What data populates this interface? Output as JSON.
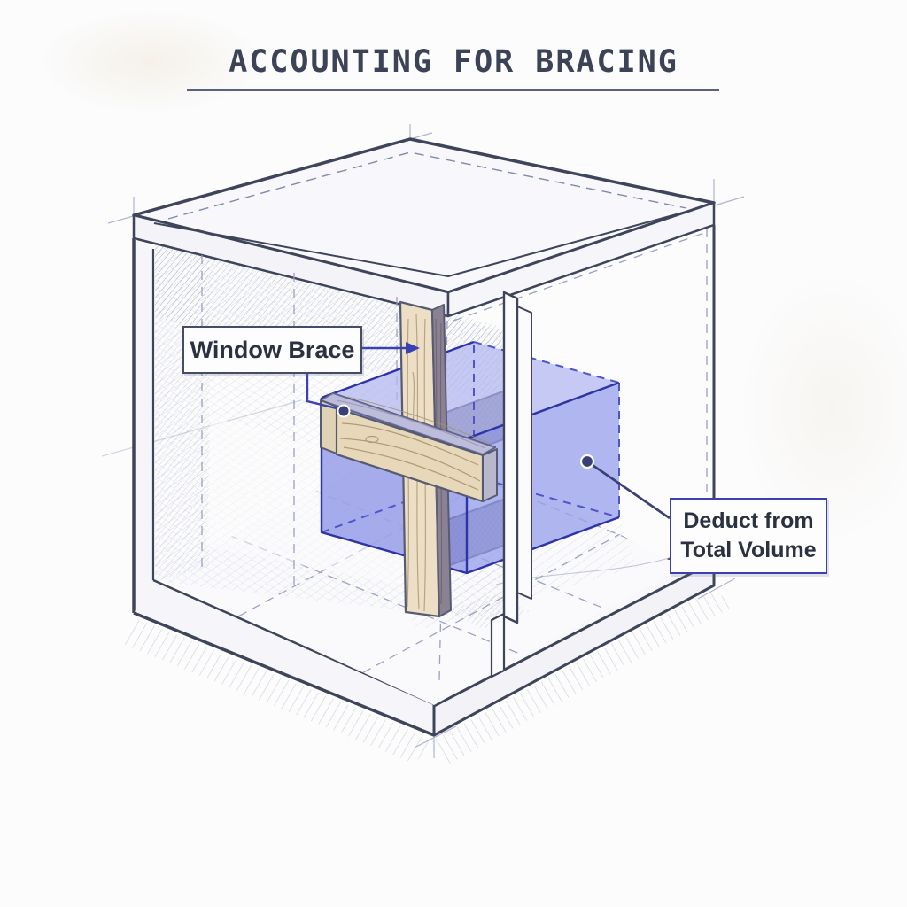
{
  "title": {
    "text": "ACCOUNTING FOR BRACING"
  },
  "callouts": {
    "window_brace": {
      "text": "Window Brace"
    },
    "deduct": {
      "line1": "Deduct from",
      "line2": "Total Volume"
    }
  },
  "diagram": {
    "subject": "isometric sketch of an open crate with a wooden window cross-brace and a highlighted deduction volume",
    "parts": [
      {
        "name": "crate",
        "desc": "pencil-sketch open crate with top slab, hatched interior wall, dashed construction lines, cut-away right wall"
      },
      {
        "name": "window-brace",
        "desc": "wooden vertical post and horizontal beam forming a cross"
      },
      {
        "name": "deduction-volume",
        "desc": "translucent blue box passing through the crate wall opening"
      },
      {
        "name": "leader-arrow",
        "desc": "blue arrow from Window Brace label to the post"
      },
      {
        "name": "leader-dots",
        "desc": "navy dots marking beam and volume, connected to labels"
      }
    ],
    "colors": {
      "line": "#3e4459",
      "accent_blue": "#3a41b2",
      "leader_navy": "#3a3f76",
      "volume_fill": "#8e95e7",
      "volume_edge": "#2e34a6",
      "volume_hidden_edge": "#4d55c9",
      "wood_light": "#ead9bb",
      "wood_side_dark": "#8a8292",
      "hatch": "#9aa2bf",
      "construction": "#98a0c4",
      "label_border_dark": "#444c68",
      "label_border_blue": "#3a41b5",
      "title_color": "#3d4357",
      "background": "#fcfcfd"
    }
  }
}
